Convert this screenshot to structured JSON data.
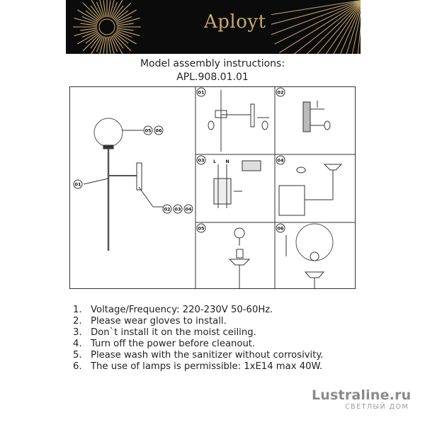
{
  "header": {
    "brand": "Aployt",
    "title": "Model assembly instructions:",
    "model": "APL.908.01.01"
  },
  "colors": {
    "banner": "#0b0b0b",
    "brand_gold": "#c9a971",
    "watermark": "#8a8a8a"
  },
  "diagram": {
    "callouts": {
      "glass": "05",
      "glass_b": "06",
      "arm": "01",
      "mount_a": "02",
      "mount_b": "03",
      "mount_c": "04"
    },
    "steps": [
      "01",
      "02",
      "03",
      "04",
      "05",
      "06"
    ],
    "wiring": {
      "L": "L",
      "N": "N"
    }
  },
  "instructions": [
    {
      "num": "1.",
      "text": "Voltage/Frequency: 220-230V 50-60Hz."
    },
    {
      "num": "2.",
      "text": "Please wear gloves to install."
    },
    {
      "num": "3.",
      "text": "Don`t install it on the moist ceiling."
    },
    {
      "num": "4.",
      "text": "Turn off the power before cleanout."
    },
    {
      "num": "5.",
      "text": "Please wash with the sanitizer without corrosivity."
    },
    {
      "num": "6.",
      "text": "The use of lamps is permissible: 1xE14 max 40W."
    }
  ],
  "watermark": {
    "main": "Lustraline.ru",
    "sub": "СВЕТЛЫЙ ДОМ"
  }
}
